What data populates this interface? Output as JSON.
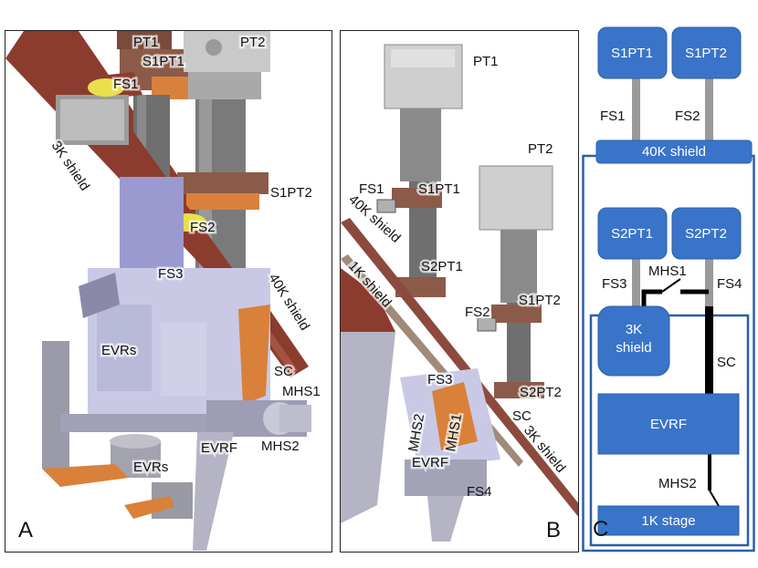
{
  "panel_a": {
    "letter": "A",
    "labels": {
      "pt1": "PT1",
      "pt2": "PT2",
      "s1pt1": "S1PT1",
      "fs1": "FS1",
      "shield3k": "3K shield",
      "s1pt2": "S1PT2",
      "fs2": "FS2",
      "fs3": "FS3",
      "shield40k": "40K shield",
      "evrs_upper": "EVRs",
      "sc": "SC",
      "mhs1": "MHS1",
      "evrf": "EVRF",
      "mhs2": "MHS2",
      "evrs_lower": "EVRs"
    }
  },
  "panel_b": {
    "letter": "B",
    "labels": {
      "pt1": "PT1",
      "pt2": "PT2",
      "fs1": "FS1",
      "s1pt1": "S1PT1",
      "shield40k": "40K shield",
      "shield1k": "1K shield",
      "s2pt1": "S2PT1",
      "s1pt2": "S1PT2",
      "fs2": "FS2",
      "fs3": "FS3",
      "s2pt2": "S2PT2",
      "mhs2": "MHS2",
      "mhs1": "MHS1",
      "sc": "SC",
      "shield3k": "3K shield",
      "evrf": "EVRF",
      "fs4": "FS4"
    }
  },
  "panel_c": {
    "letter": "C",
    "s1pt1": "S1PT1",
    "s1pt2": "S1PT2",
    "fs1": "FS1",
    "fs2": "FS2",
    "shield40k": "40K shield",
    "s2pt1": "S2PT1",
    "s2pt2": "S2PT2",
    "fs3": "FS3",
    "mhs1": "MHS1",
    "fs4": "FS4",
    "shield3k_line1": "3K",
    "shield3k_line2": "shield",
    "sc": "SC",
    "evrf": "EVRF",
    "mhs2": "MHS2",
    "stage1k": "1K stage",
    "colors": {
      "box": "#3a74c9",
      "frame": "#2b5fa8",
      "link": "#9a9a9a",
      "heatswitch": "#000000"
    }
  }
}
